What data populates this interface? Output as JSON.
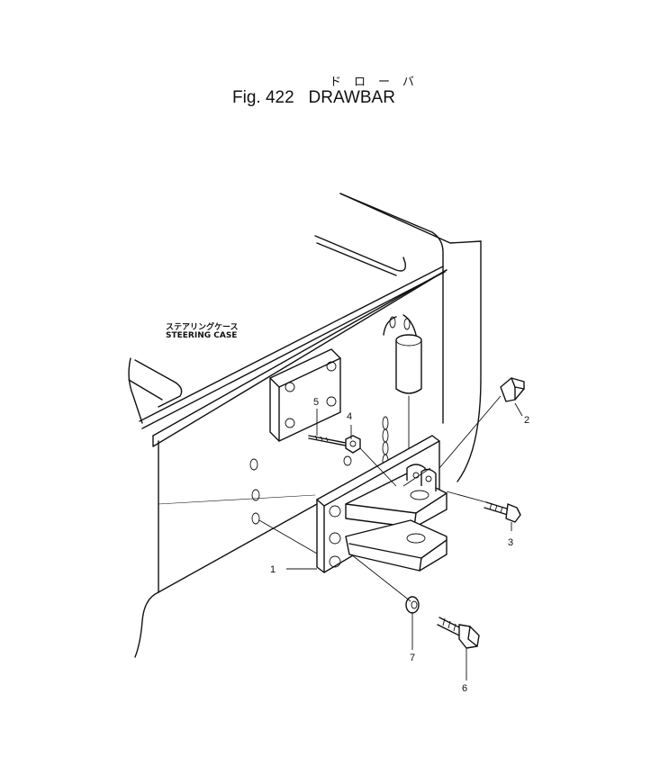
{
  "title": {
    "japanese": "ドローバ",
    "figure": "Fig. 422",
    "name": "DRAWBAR"
  },
  "component_label": {
    "japanese": "ステアリングケース",
    "english": "STEERING CASE"
  },
  "callouts": [
    {
      "id": "part-1",
      "text": "1"
    },
    {
      "id": "part-2",
      "text": "2"
    },
    {
      "id": "part-3",
      "text": "3"
    },
    {
      "id": "part-4",
      "text": "4"
    },
    {
      "id": "part-5",
      "text": "5"
    },
    {
      "id": "part-6",
      "text": "6"
    },
    {
      "id": "part-7",
      "text": "7"
    }
  ]
}
